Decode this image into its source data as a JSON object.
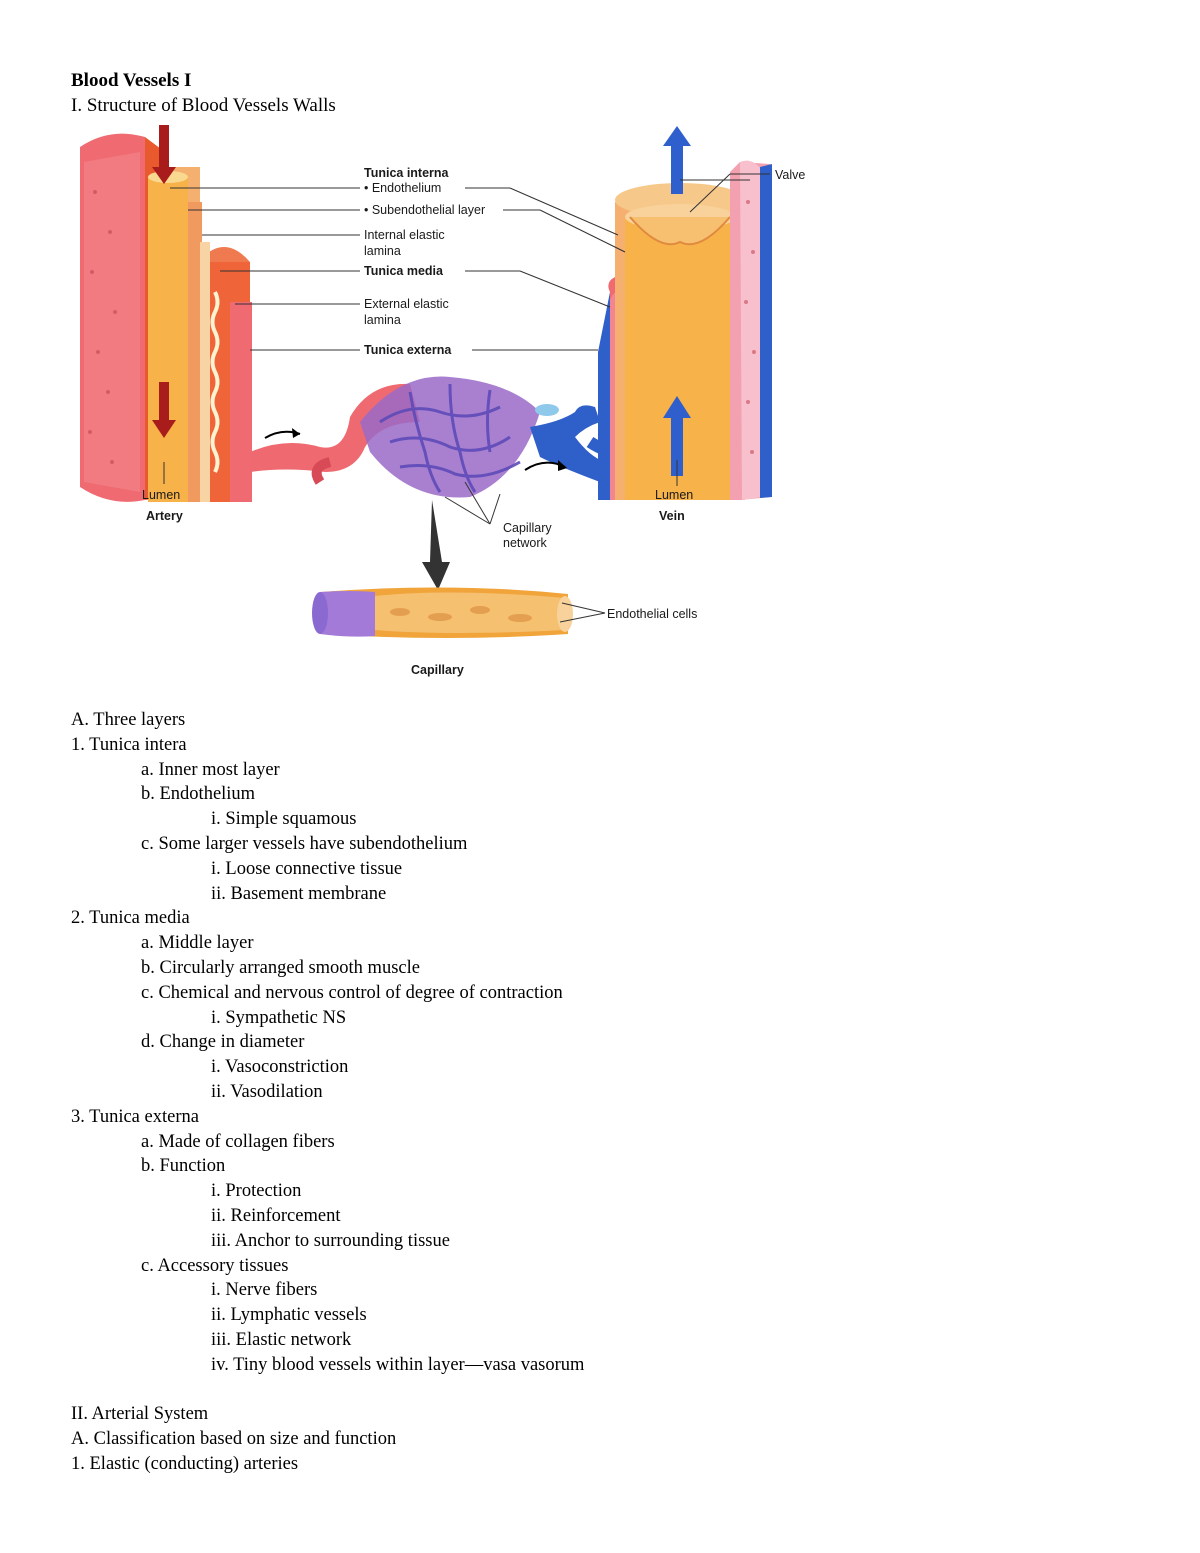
{
  "doc": {
    "title": "Blood Vessels I",
    "subtitle": "I. Structure of Blood Vessels Walls"
  },
  "figure": {
    "labels": {
      "tunica_interna": "Tunica interna",
      "endothelium": "• Endothelium",
      "subendothelial": "• Subendothelial layer",
      "internal_elastic_1": "Internal elastic",
      "internal_elastic_2": "lamina",
      "tunica_media": "Tunica media",
      "external_elastic_1": "External elastic",
      "external_elastic_2": "lamina",
      "tunica_externa": "Tunica externa",
      "valve": "Valve",
      "lumen_artery": "Lumen",
      "artery": "Artery",
      "lumen_vein": "Lumen",
      "vein": "Vein",
      "capillary_network_1": "Capillary",
      "capillary_network_2": "network",
      "endothelial_cells": "Endothelial cells",
      "capillary": "Capillary"
    },
    "colors": {
      "artery_outer": "#f06a72",
      "artery_media": "#f0643a",
      "artery_inner": "#f5b070",
      "lumen": "#f7b24a",
      "vein_blue": "#2f5fc8",
      "capillary_purple": "#8a6ad0",
      "arrow_red": "#a81c1c",
      "arrow_blue": "#2e5fcc"
    }
  },
  "outline": [
    {
      "level": 0,
      "text": "A. Three layers"
    },
    {
      "level": 0,
      "text": "1. Tunica intera"
    },
    {
      "level": 1,
      "text": "a. Inner most layer"
    },
    {
      "level": 1,
      "text": "b. Endothelium"
    },
    {
      "level": 2,
      "text": "i. Simple squamous"
    },
    {
      "level": 1,
      "text": "c. Some larger vessels have subendothelium"
    },
    {
      "level": 2,
      "text": "i. Loose connective tissue"
    },
    {
      "level": 2,
      "text": "ii. Basement membrane"
    },
    {
      "level": 0,
      "text": "2. Tunica media"
    },
    {
      "level": 1,
      "text": "a. Middle layer"
    },
    {
      "level": 1,
      "text": "b. Circularly arranged smooth muscle"
    },
    {
      "level": 1,
      "text": "c. Chemical and nervous control of degree of contraction"
    },
    {
      "level": 2,
      "text": "i. Sympathetic NS"
    },
    {
      "level": 1,
      "text": "d. Change in diameter"
    },
    {
      "level": 2,
      "text": "i. Vasoconstriction"
    },
    {
      "level": 2,
      "text": "ii. Vasodilation"
    },
    {
      "level": 0,
      "text": "3. Tunica externa"
    },
    {
      "level": 1,
      "text": "a. Made of collagen fibers"
    },
    {
      "level": 1,
      "text": "b. Function"
    },
    {
      "level": 2,
      "text": "i. Protection"
    },
    {
      "level": 2,
      "text": "ii. Reinforcement"
    },
    {
      "level": 2,
      "text": "iii. Anchor to surrounding tissue"
    },
    {
      "level": 1,
      "text": "c. Accessory tissues"
    },
    {
      "level": 2,
      "text": "i. Nerve fibers"
    },
    {
      "level": 2,
      "text": "ii. Lymphatic vessels"
    },
    {
      "level": 2,
      "text": "iii. Elastic network"
    },
    {
      "level": 2,
      "text": "iv. Tiny blood vessels within layer—vasa vasorum"
    },
    {
      "level": -1,
      "text": ""
    },
    {
      "level": 0,
      "text": "II. Arterial System"
    },
    {
      "level": 0,
      "text": "A. Classification based on size and function"
    },
    {
      "level": 0,
      "text": "1. Elastic (conducting) arteries"
    }
  ]
}
